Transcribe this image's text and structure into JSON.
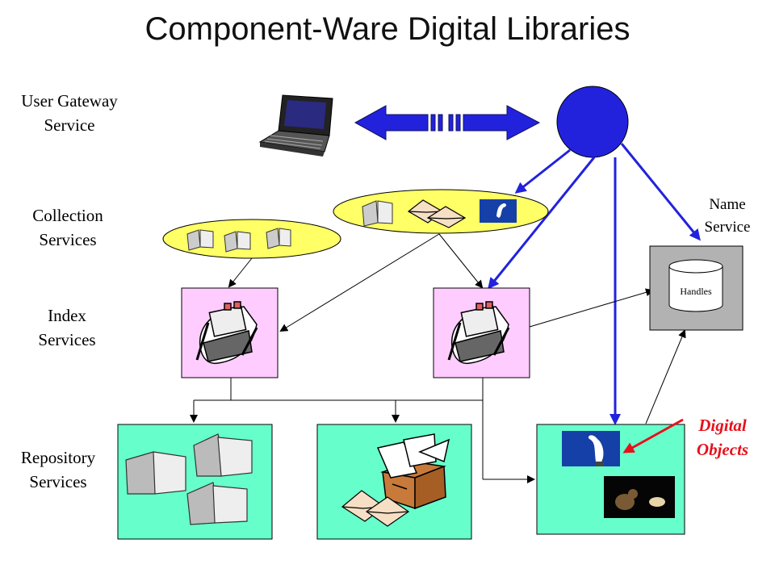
{
  "title": "Component-Ware Digital Libraries",
  "labels": {
    "user_gateway": "User Gateway\nService",
    "collection": "Collection\nServices",
    "index": "Index\nServices",
    "repository": "Repository\nServices",
    "name_service": "Name\nService",
    "handles": "Handles",
    "digital_objects": "Digital\nObjects"
  },
  "colors": {
    "blue": "#2222dd",
    "collection_fill": "#ffff66",
    "index_fill": "#ffccff",
    "repository_fill": "#66ffcc",
    "name_service_fill": "#b2b2b2",
    "red": "#e8101c"
  },
  "icons": [
    "laptop-icon",
    "book-icon",
    "envelope-icon",
    "egret-photo-icon",
    "rolodex-icon",
    "database-cylinder-icon",
    "box-icon",
    "birds-photo-icon"
  ]
}
